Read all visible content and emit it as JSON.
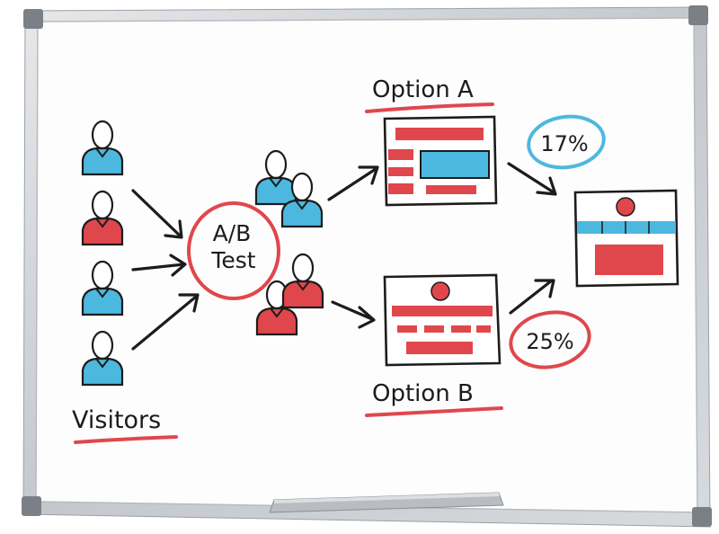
{
  "diagram": {
    "center": {
      "line1": "A/B",
      "line2": "Test"
    },
    "visitors_label": "Visitors",
    "option_a": {
      "label": "Option A",
      "rate": "17%"
    },
    "option_b": {
      "label": "Option B",
      "rate": "25%"
    }
  },
  "colors": {
    "blue": "#4db8df",
    "red": "#e0474c",
    "ink": "#1c1c1c",
    "frame": "#c9cdd1",
    "board": "#fdfdfd"
  }
}
